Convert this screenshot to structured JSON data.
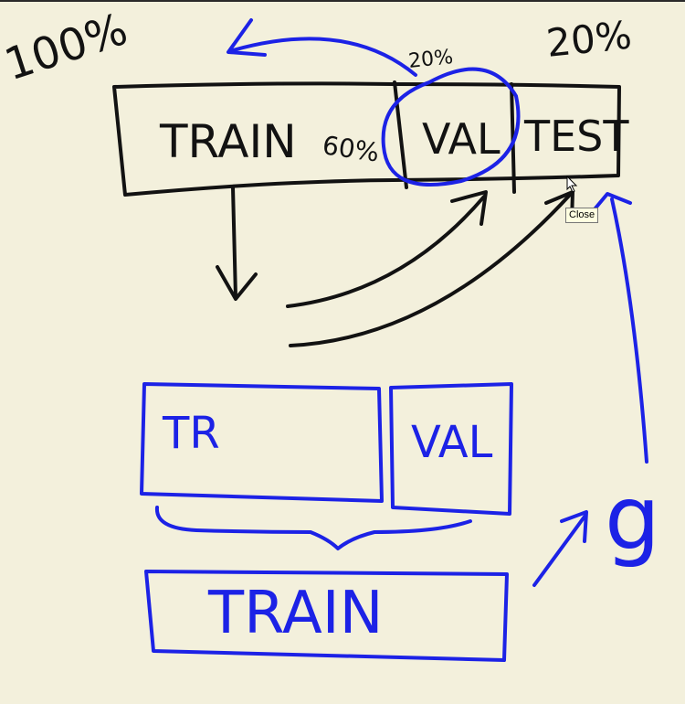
{
  "labels": {
    "total_percent": "100%",
    "val_percent": "20%",
    "test_percent": "20%",
    "train_percent": "60%",
    "train": "TRAIN",
    "val": "VAL",
    "test": "TEST",
    "tr_small": "TR",
    "val_small": "VAL",
    "train_combined": "TRAIN",
    "model": "g"
  },
  "tooltip": {
    "text": "Close"
  },
  "colors": {
    "background": "#f3f0dc",
    "black_ink": "#121212",
    "blue_ink": "#1c22e6"
  }
}
